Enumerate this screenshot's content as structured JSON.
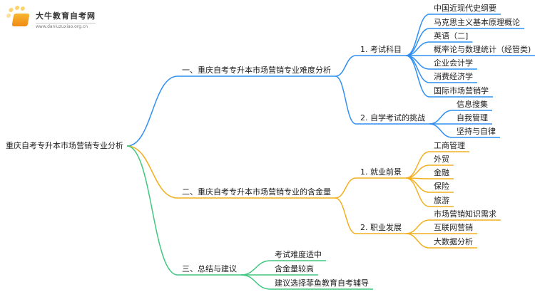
{
  "logo": {
    "title": "大牛教育自考网",
    "url": "www.daniuzuxiao.org.cn"
  },
  "colors": {
    "b1": "#2f8ff2",
    "b2": "#f2b01e",
    "b3": "#3ec77f"
  },
  "root": "重庆自考专升本市场营销专业分析",
  "b1": {
    "label": "一、重庆自考专升本市场营销专业难度分析",
    "g1": {
      "label": "1. 考试科目",
      "items": [
        "中国近现代史纲要",
        "马克思主义基本原理概论",
        "英语（二]",
        "概率论与数理统计（经管类)",
        "企业会计学",
        "消费经济学",
        "国际市场营销学"
      ]
    },
    "g2": {
      "label": "2. 自学考试的挑战",
      "items": [
        "信息搜集",
        "自我管理",
        "坚持与自律"
      ]
    }
  },
  "b2": {
    "label": "二、重庆自考专升本市场营销专业的含金量",
    "g1": {
      "label": "1. 就业前景",
      "items": [
        "工商管理",
        "外贸",
        "金融",
        "保险",
        "旅游"
      ]
    },
    "g2": {
      "label": "2. 职业发展",
      "items": [
        "市场营销知识需求",
        "互联网营销",
        "大数据分析"
      ]
    }
  },
  "b3": {
    "label": "三、总结与建议",
    "items": [
      "考试难度适中",
      "含金量较高",
      "建议选择菲鱼教育自考辅导"
    ]
  }
}
